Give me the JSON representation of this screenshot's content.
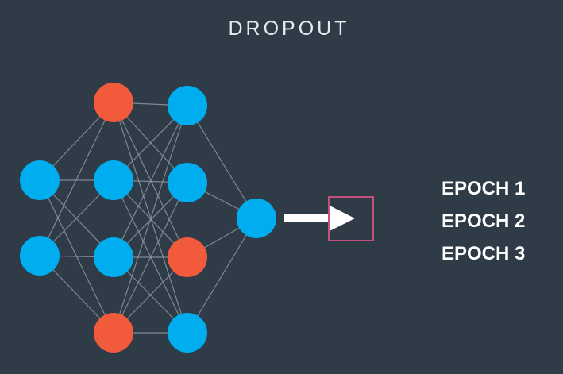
{
  "title": "DROPOUT",
  "epochs": [
    "EPOCH 1",
    "EPOCH 2",
    "EPOCH 3"
  ],
  "colors": {
    "background": "#303b48",
    "active_node": "#00aeef",
    "dropped_node": "#f15a3a",
    "edge": "#8d98a3",
    "arrow": "#ffffff",
    "highlight_box": "#c4527c"
  },
  "network": {
    "layers": [
      [
        {
          "state": "active"
        },
        {
          "state": "active"
        }
      ],
      [
        {
          "state": "dropped"
        },
        {
          "state": "active"
        },
        {
          "state": "active"
        },
        {
          "state": "dropped"
        }
      ],
      [
        {
          "state": "active"
        },
        {
          "state": "active"
        },
        {
          "state": "dropped"
        },
        {
          "state": "active"
        }
      ],
      [
        {
          "state": "active"
        }
      ]
    ],
    "connections": "fully-connected"
  }
}
